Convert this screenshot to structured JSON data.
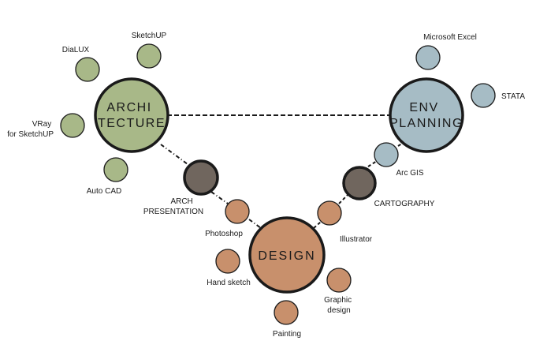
{
  "colors": {
    "architecture": "#a8b888",
    "planning": "#a6bcc5",
    "design": "#c8906c",
    "junction": "#70665e",
    "stroke": "#1a1a1a"
  },
  "hubs": {
    "architecture": [
      "ARCHI",
      "TECTURE"
    ],
    "planning": [
      "ENV",
      "PLANNING"
    ],
    "design": [
      "DESIGN"
    ]
  },
  "junctions": {
    "arch_presentation": [
      "ARCH",
      "PRESENTATION"
    ],
    "cartography": [
      "CARTOGRAPHY"
    ]
  },
  "skills": {
    "sketchup": [
      "SketchUP"
    ],
    "dialux": [
      "DiaLUX"
    ],
    "vray": [
      "VRay",
      "for SketchUP"
    ],
    "autocad": [
      "Auto CAD"
    ],
    "excel": [
      "Microsoft Excel"
    ],
    "stata": [
      "STATA"
    ],
    "arcgis": [
      "Arc GIS"
    ],
    "photoshop": [
      "Photoshop"
    ],
    "illustrator": [
      "Illustrator"
    ],
    "hand_sketch": [
      "Hand sketch"
    ],
    "graphic_design": [
      "Graphic",
      "design"
    ],
    "painting": [
      "Painting"
    ]
  }
}
